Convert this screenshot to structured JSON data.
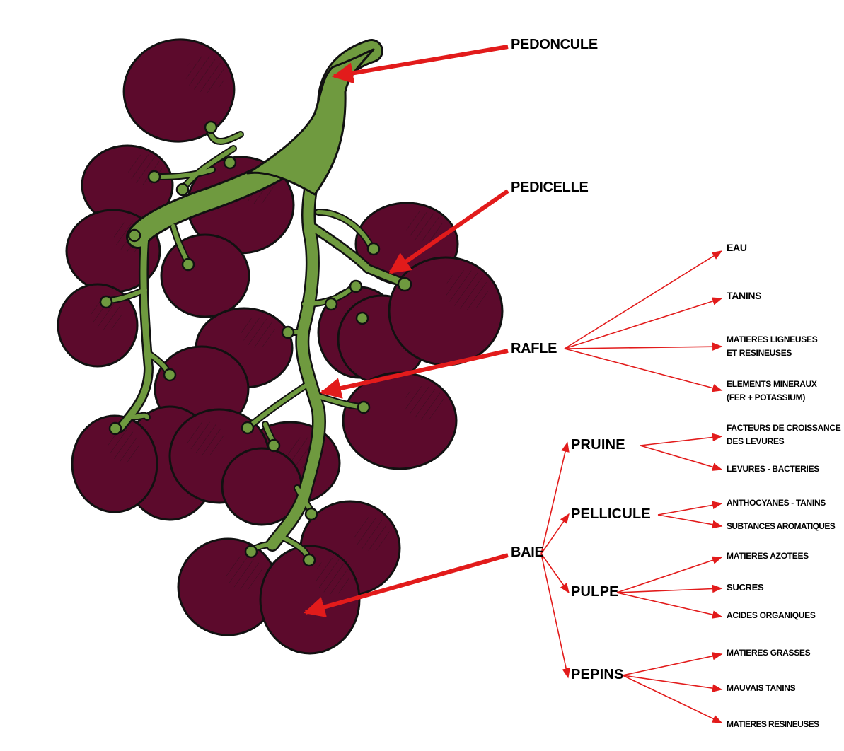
{
  "colors": {
    "grape": "#5c0a2c",
    "stem": "#6f9a3f",
    "outline": "#111111",
    "arrow": "#e21b1b"
  },
  "labels": {
    "pedoncule": "PEDONCULE",
    "pedicelle": "PEDICELLE",
    "rafle": "RAFLE",
    "baie": "BAIE",
    "pruine": "PRUINE",
    "pellicule": "PELLICULE",
    "pulpe": "PULPE",
    "pepins": "PEPINS"
  },
  "rafle_items": {
    "eau": "EAU",
    "tanins": "TANINS",
    "ligneuses_1": "MATIERES LIGNEUSES",
    "ligneuses_2": "ET RESINEUSES",
    "mineraux_1": "ELEMENTS MINERAUX",
    "mineraux_2": "(FER + POTASSIUM)"
  },
  "pruine_items": {
    "facteurs_1": "FACTEURS DE CROISSANCE",
    "facteurs_2": "DES LEVURES",
    "levures": "LEVURES - BACTERIES"
  },
  "pellicule_items": {
    "anthocyanes": "ANTHOCYANES - TANINS",
    "aromatiques": "SUBTANCES AROMATIQUES"
  },
  "pulpe_items": {
    "azotees": "MATIERES AZOTEES",
    "sucres": "SUCRES",
    "acides": "ACIDES ORGANIQUES"
  },
  "pepins_items": {
    "grasses": "MATIERES GRASSES",
    "mauvais": "MAUVAIS TANINS",
    "resineuses": "MATIERES RESINEUSES"
  }
}
